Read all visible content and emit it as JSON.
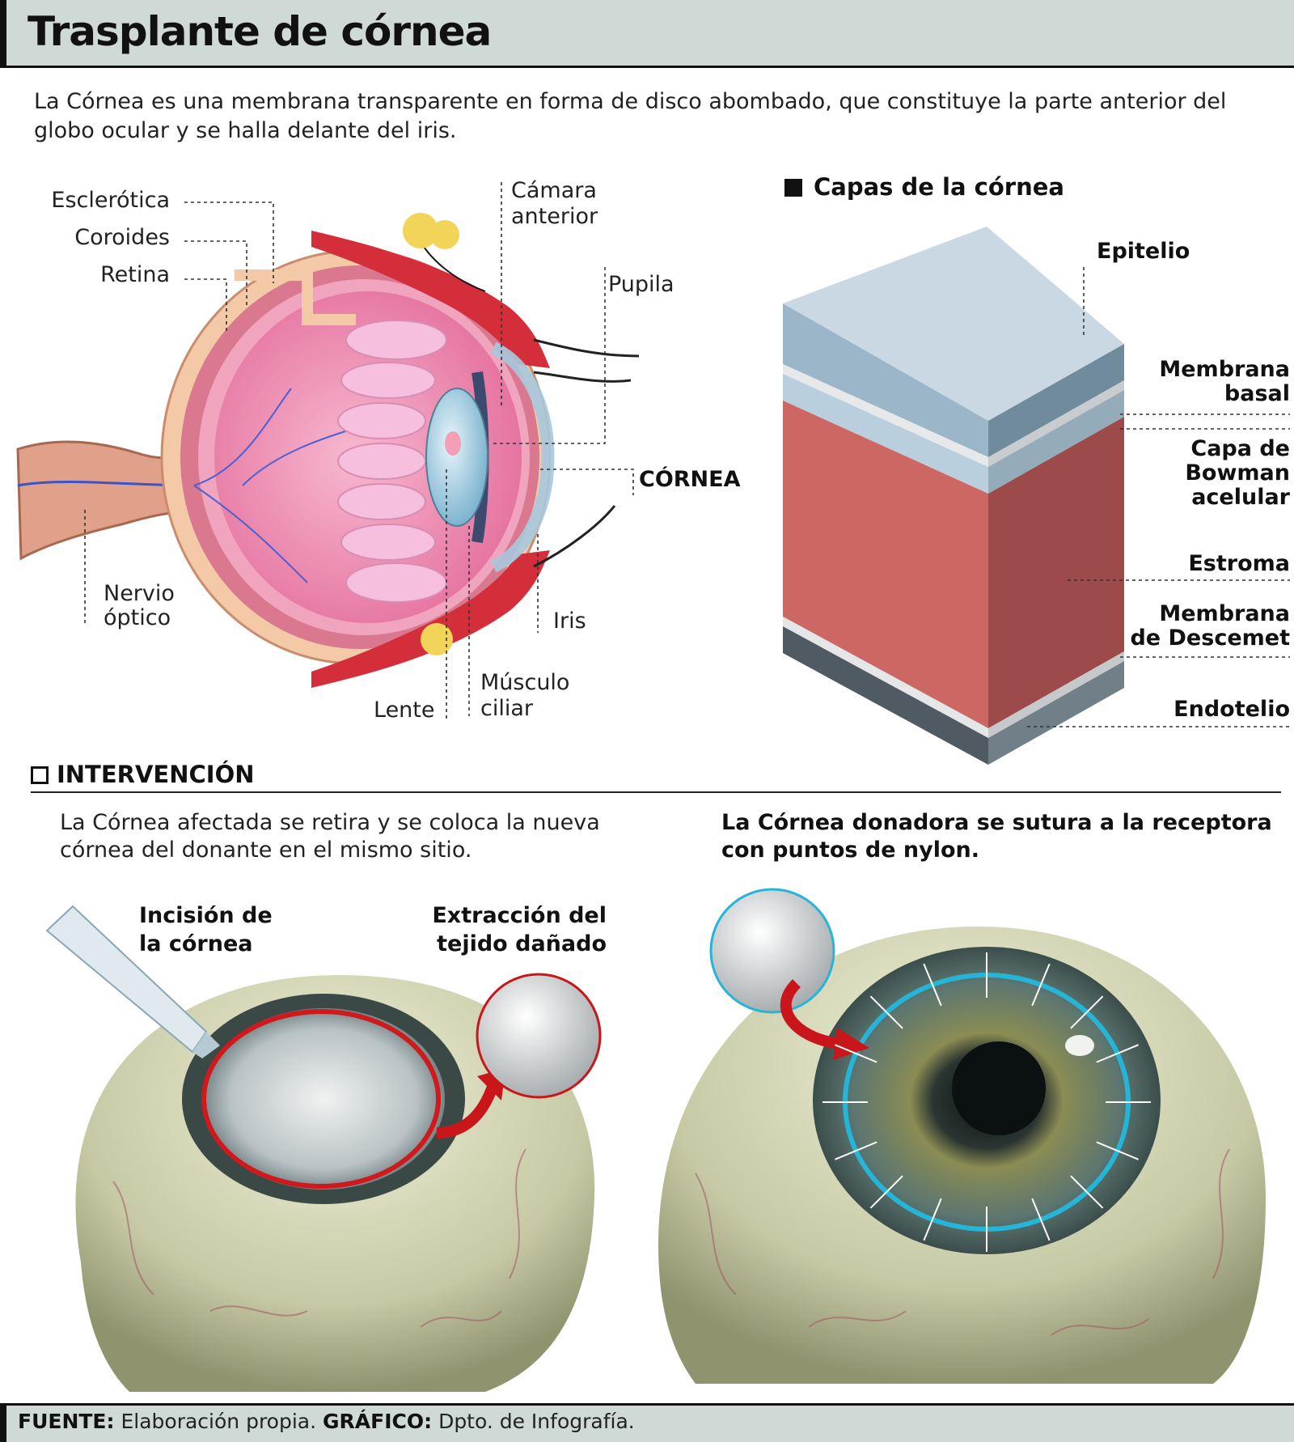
{
  "header": {
    "title": "Trasplante de córnea"
  },
  "intro": {
    "text": "La Córnea es una membrana transparente en forma de disco abombado, que constituye la parte anterior del globo ocular y se halla delante del iris."
  },
  "eye_anatomy": {
    "labels": {
      "esclerotica": "Esclerótica",
      "coroides": "Coroides",
      "retina": "Retina",
      "camara_1": "Cámara",
      "camara_2": "anterior",
      "pupila": "Pupila",
      "cornea": "CÓRNEA",
      "nervio_1": "Nervio",
      "nervio_2": "óptico",
      "iris": "Iris",
      "lente": "Lente",
      "musculo_1": "Músculo",
      "musculo_2": "ciliar"
    }
  },
  "layers": {
    "heading": "Capas de la córnea",
    "epitelio": "Epitelio",
    "membrana_basal_1": "Membrana",
    "membrana_basal_2": "basal",
    "bowman_1": "Capa de",
    "bowman_2": "Bowman",
    "bowman_3": "acelular",
    "estroma": "Estroma",
    "descemet_1": "Membrana",
    "descemet_2": "de Descemet",
    "endotelio": "Endotelio",
    "colors": {
      "epitelio_top": "#c9d8e3",
      "epitelio_front": "#9bb6c9",
      "stroma_front": "#cd6764",
      "stroma_side": "#9c4b4a",
      "endotelio_front": "#4f5a63"
    }
  },
  "intervention": {
    "heading": "INTERVENCIÓN",
    "left_text_1": "La Córnea afectada se retira y se coloca la nueva",
    "left_text_2": "córnea del donante en el mismo sitio.",
    "right_text_1": "La Córnea donadora se sutura a la receptora",
    "right_text_2": "con puntos de nylon.",
    "incision_1": "Incisión de",
    "incision_2": "la córnea",
    "extraccion_1": "Extracción del",
    "extraccion_2": "tejido dañado",
    "colors": {
      "incision_ring": "#d0191c",
      "suture_ring": "#25b5d8",
      "arrow": "#c8161b"
    }
  },
  "footer": {
    "fuente_label": "FUENTE:",
    "fuente_value": "Elaboración propia.",
    "grafico_label": "GRÁFICO:",
    "grafico_value": "Dpto. de Infografía."
  }
}
